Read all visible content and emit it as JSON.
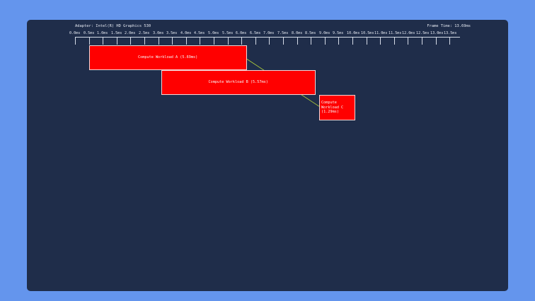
{
  "header": {
    "adapter_text": "Adapter: Intel(R) HD Graphics 530",
    "frame_time_text": "Frame Time: 13.69ms"
  },
  "timeline": {
    "tick_labels": [
      "0.0ms",
      "0.5ms",
      "1.0ms",
      "1.5ms",
      "2.0ms",
      "2.5ms",
      "3.0ms",
      "3.5ms",
      "4.0ms",
      "4.5ms",
      "5.0ms",
      "5.5ms",
      "6.0ms",
      "6.5ms",
      "7.0ms",
      "7.5ms",
      "8.0ms",
      "8.5ms",
      "9.0ms",
      "9.5ms",
      "10.0ms",
      "10.5ms",
      "11.0ms",
      "11.5ms",
      "12.0ms",
      "12.5ms",
      "13.0ms",
      "13.5ms"
    ]
  },
  "workloads": [
    {
      "label": "Compute Workload A (5.69ms)",
      "start_ms": 0.5,
      "duration_ms": 5.69
    },
    {
      "label": "Compute Workload B (5.57ms)",
      "start_ms": 3.1,
      "duration_ms": 5.57
    },
    {
      "label": "Compute Workload C (1.29ms)",
      "start_ms": 8.8,
      "duration_ms": 1.29
    }
  ],
  "colors": {
    "background": "#6495ED",
    "panel": "#1F2D4A",
    "workload_fill": "#FF0000",
    "dependency_line": "#B8D63A"
  }
}
